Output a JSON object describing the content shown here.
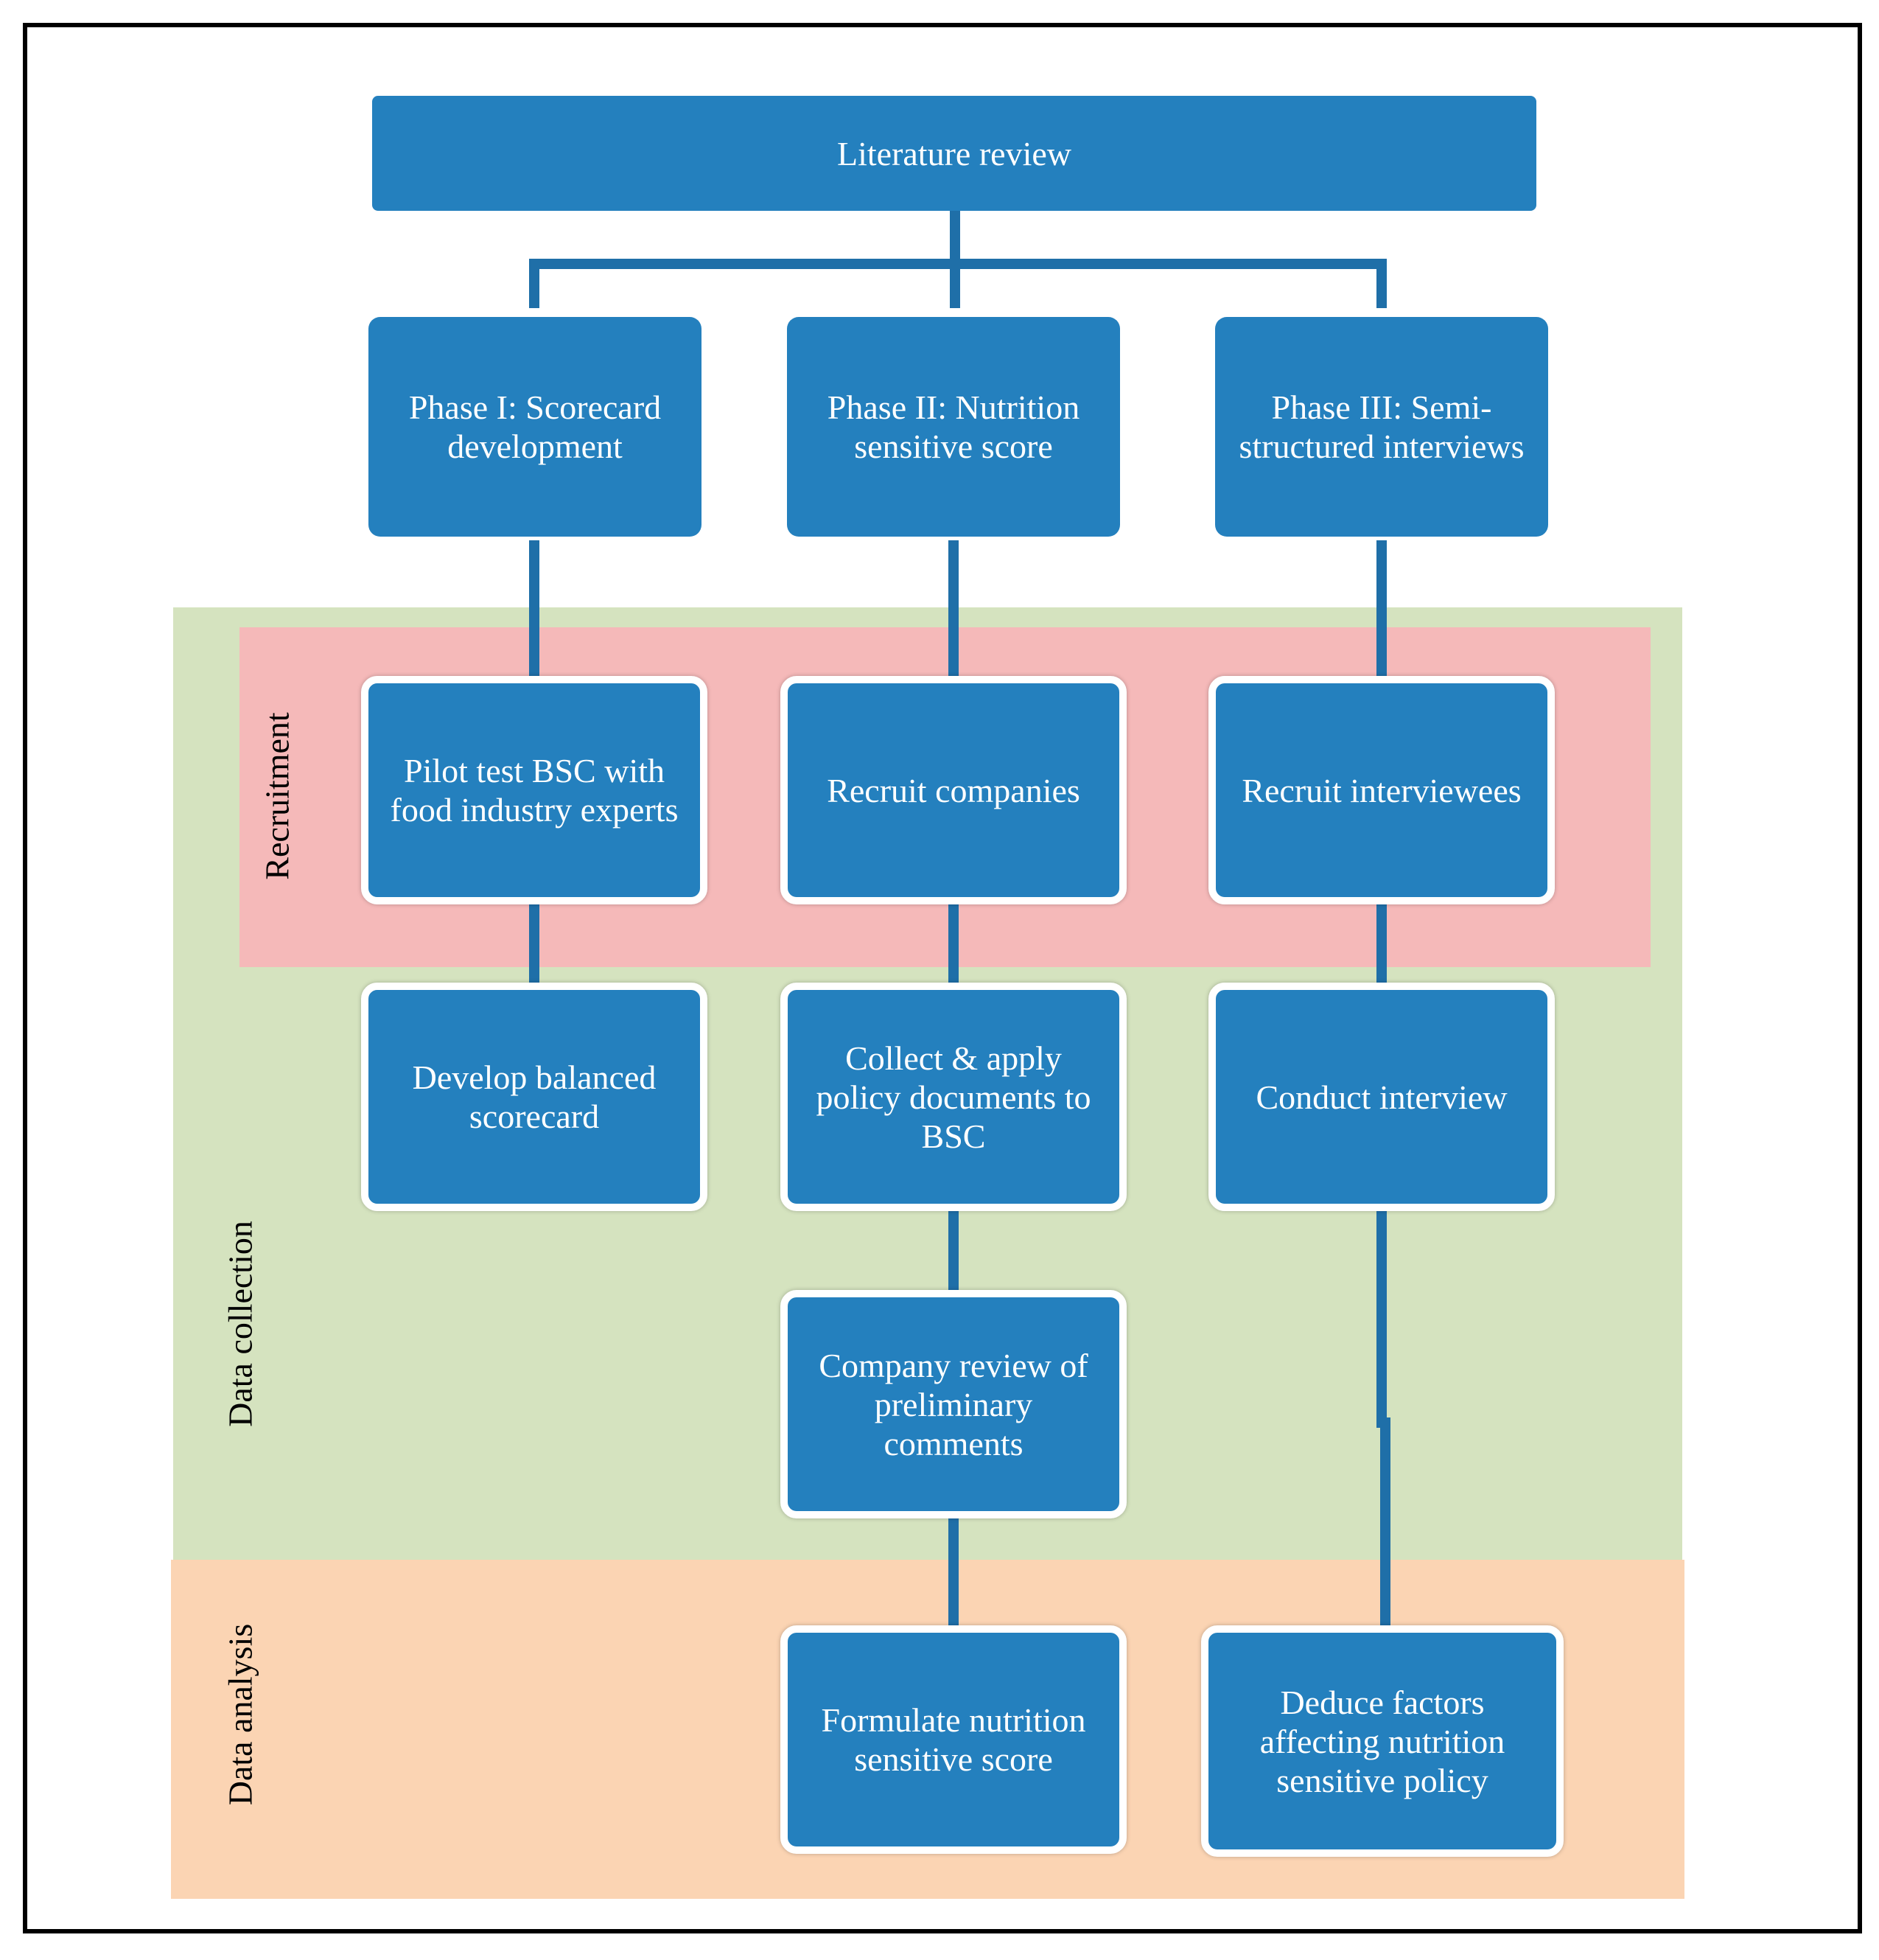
{
  "colors": {
    "box_fill": "#2480be",
    "connector": "#1f6fa8",
    "data_collection_band": "#d5e3bf",
    "recruitment_band": "#f5b9b9",
    "data_analysis_band": "#fbd4b3"
  },
  "bands": {
    "recruitment": "Recruitment",
    "data_collection": "Data collection",
    "data_analysis": "Data analysis"
  },
  "nodes": {
    "literature_review": "Literature review",
    "phase1": "Phase I: Scorecard development",
    "phase2": "Phase II: Nutrition sensitive score",
    "phase3": "Phase III: Semi-structured interviews",
    "pilot_test": "Pilot test BSC with food industry experts",
    "recruit_companies": "Recruit companies",
    "recruit_interviewees": "Recruit interviewees",
    "develop_scorecard": "Develop balanced scorecard",
    "collect_apply": "Collect & apply policy documents to BSC",
    "conduct_interview": "Conduct interview",
    "company_review": "Company review of preliminary comments",
    "formulate_score": "Formulate nutrition sensitive score",
    "deduce_factors": "Deduce factors affecting nutrition sensitive policy"
  }
}
